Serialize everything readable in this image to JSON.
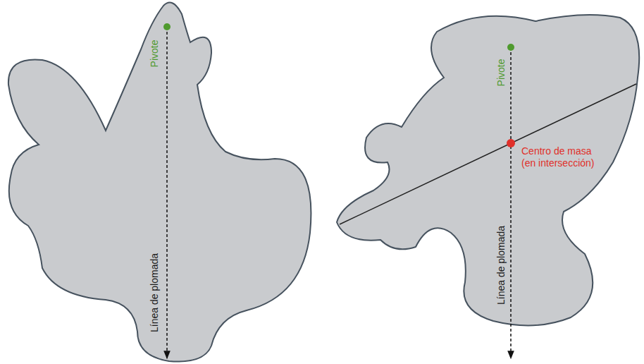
{
  "diagram": {
    "nodes": [
      {
        "text": [
          "Pivote",
          "Línea de plomada"
        ]
      },
      {
        "text": [
          "Pivote",
          "Centro de masa (en intersección)",
          "Línea de plomada"
        ]
      }
    ]
  }
}
